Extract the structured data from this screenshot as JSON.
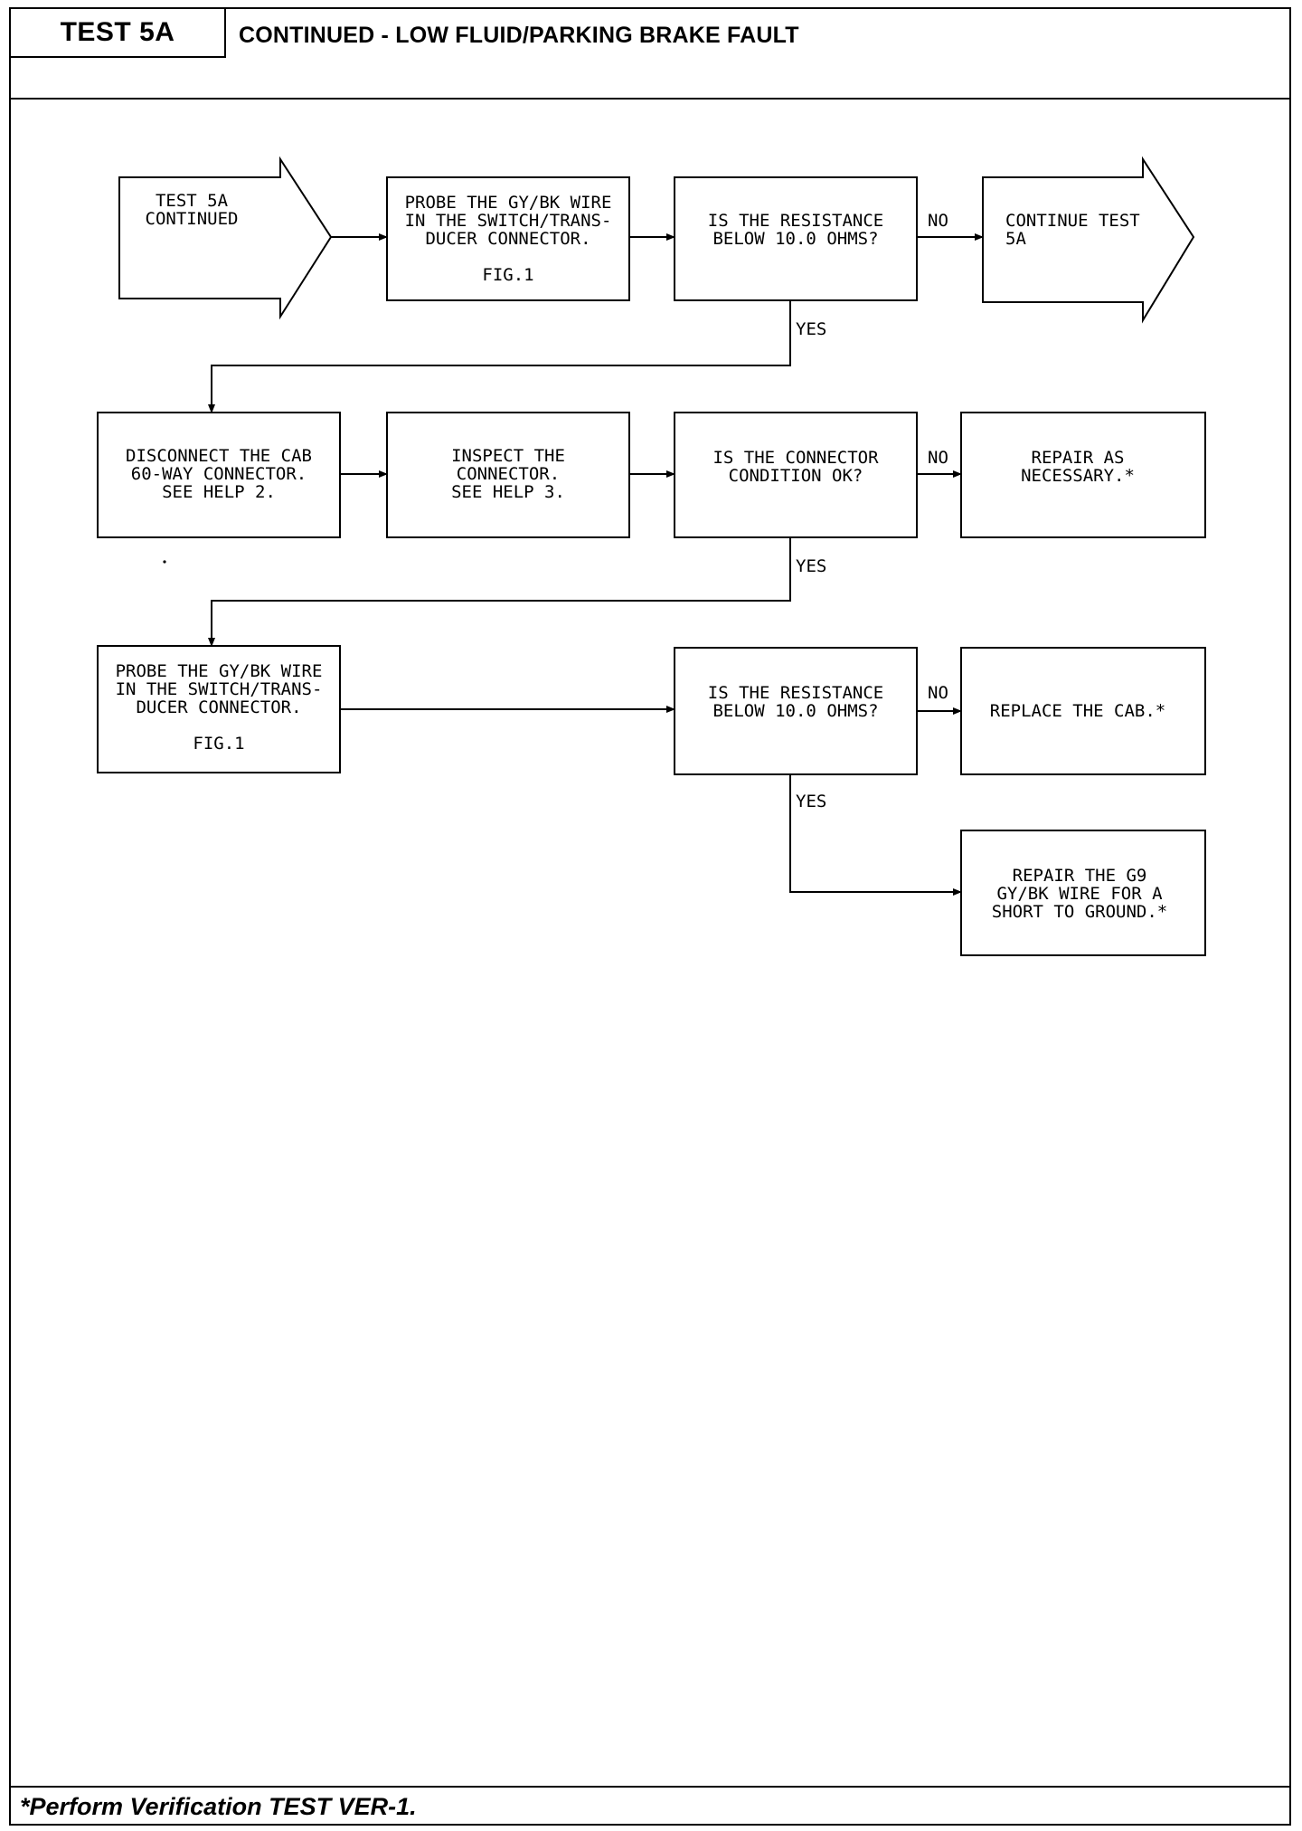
{
  "header": {
    "test_label": "TEST 5A",
    "title": "CONTINUED - LOW FLUID/PARKING BRAKE FAULT"
  },
  "footer": {
    "note": "*Perform Verification TEST VER-1."
  },
  "flowchart": {
    "start": [
      "TEST 5A",
      "CONTINUED"
    ],
    "step1": [
      "PROBE THE GY/BK WIRE",
      "IN THE SWITCH/TRANS-",
      "DUCER CONNECTOR.",
      "",
      "FIG.1"
    ],
    "q1": [
      "IS THE RESISTANCE",
      "BELOW 10.0 OHMS?"
    ],
    "q1_no_label": "NO",
    "continue": [
      "CONTINUE TEST",
      "5A"
    ],
    "q1_yes_label": "YES",
    "step2": [
      "DISCONNECT THE CAB",
      "60-WAY CONNECTOR.",
      "SEE HELP 2."
    ],
    "step3": [
      "INSPECT THE",
      "CONNECTOR.",
      "SEE HELP 3."
    ],
    "q2": [
      "IS THE CONNECTOR",
      "CONDITION OK?"
    ],
    "q2_no_label": "NO",
    "repair1": [
      "REPAIR AS",
      "NECESSARY.*"
    ],
    "q2_yes_label": "YES",
    "step4": [
      "PROBE THE GY/BK WIRE",
      "IN THE SWITCH/TRANS-",
      "DUCER CONNECTOR.",
      "",
      "FIG.1"
    ],
    "q3": [
      "IS THE RESISTANCE",
      "BELOW 10.0 OHMS?"
    ],
    "q3_no_label": "NO",
    "replace_cab": [
      "REPLACE THE CAB.*"
    ],
    "q3_yes_label": "YES",
    "repair2": [
      "REPAIR THE G9",
      "GY/BK WIRE FOR A",
      "SHORT TO GROUND.*"
    ]
  }
}
